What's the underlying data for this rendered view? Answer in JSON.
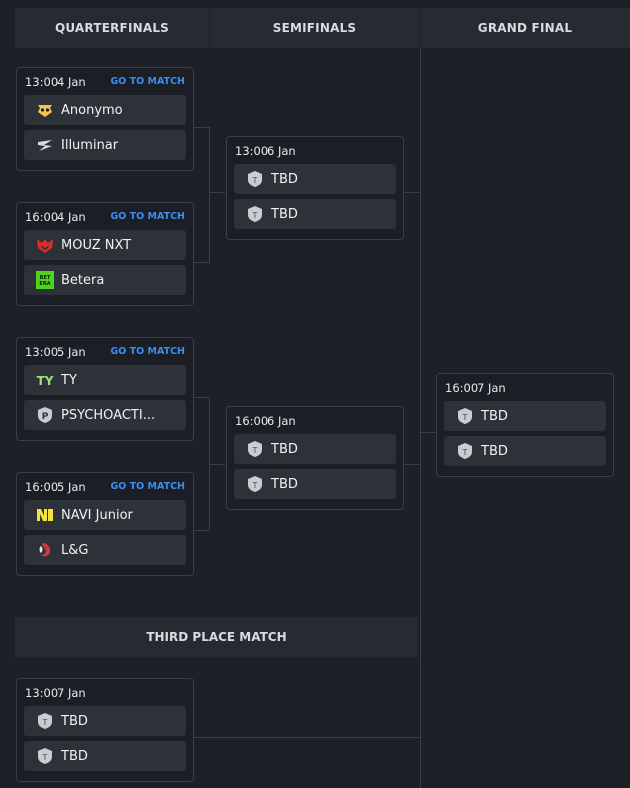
{
  "columns": {
    "quarterfinals": "QUARTERFINALS",
    "semifinals": "SEMIFINALS",
    "grand_final": "GRAND FINAL"
  },
  "third_place_header": "THIRD PLACE MATCH",
  "link_label": "GO TO MATCH",
  "colors": {
    "bg": "#1d2127",
    "header": "#262b32",
    "card_border": "#3a3f47",
    "team_row": "#2d3239",
    "link": "#3b8df0"
  },
  "matches": {
    "qf1": {
      "time": "13:00",
      "date": "4 Jan",
      "team1": {
        "name": "Anonymo",
        "icon": "anonymo-logo"
      },
      "team2": {
        "name": "Illuminar",
        "icon": "illuminar-logo"
      }
    },
    "qf2": {
      "time": "16:00",
      "date": "4 Jan",
      "team1": {
        "name": "MOUZ NXT",
        "icon": "mouz-logo"
      },
      "team2": {
        "name": "Betera",
        "icon": "betera-logo"
      }
    },
    "qf3": {
      "time": "13:00",
      "date": "5 Jan",
      "team1": {
        "name": "TY",
        "icon": "ty-logo"
      },
      "team2": {
        "name": "PSYCHOACTI...",
        "icon": "psychoactive-logo"
      }
    },
    "qf4": {
      "time": "16:00",
      "date": "5 Jan",
      "team1": {
        "name": "NAVI Junior",
        "icon": "navi-logo"
      },
      "team2": {
        "name": "L&G",
        "icon": "lg-logo"
      }
    },
    "sf1": {
      "time": "13:00",
      "date": "6 Jan",
      "team1": {
        "name": "TBD",
        "icon": "tbd-shield-icon"
      },
      "team2": {
        "name": "TBD",
        "icon": "tbd-shield-icon"
      }
    },
    "sf2": {
      "time": "16:00",
      "date": "6 Jan",
      "team1": {
        "name": "TBD",
        "icon": "tbd-shield-icon"
      },
      "team2": {
        "name": "TBD",
        "icon": "tbd-shield-icon"
      }
    },
    "gf": {
      "time": "16:00",
      "date": "7 Jan",
      "team1": {
        "name": "TBD",
        "icon": "tbd-shield-icon"
      },
      "team2": {
        "name": "TBD",
        "icon": "tbd-shield-icon"
      }
    },
    "third": {
      "time": "13:00",
      "date": "7 Jan",
      "team1": {
        "name": "TBD",
        "icon": "tbd-shield-icon"
      },
      "team2": {
        "name": "TBD",
        "icon": "tbd-shield-icon"
      }
    }
  },
  "logo_text": {
    "ty": "TY",
    "psycho": "P",
    "tbd": "T",
    "betera": "BET ERA"
  }
}
